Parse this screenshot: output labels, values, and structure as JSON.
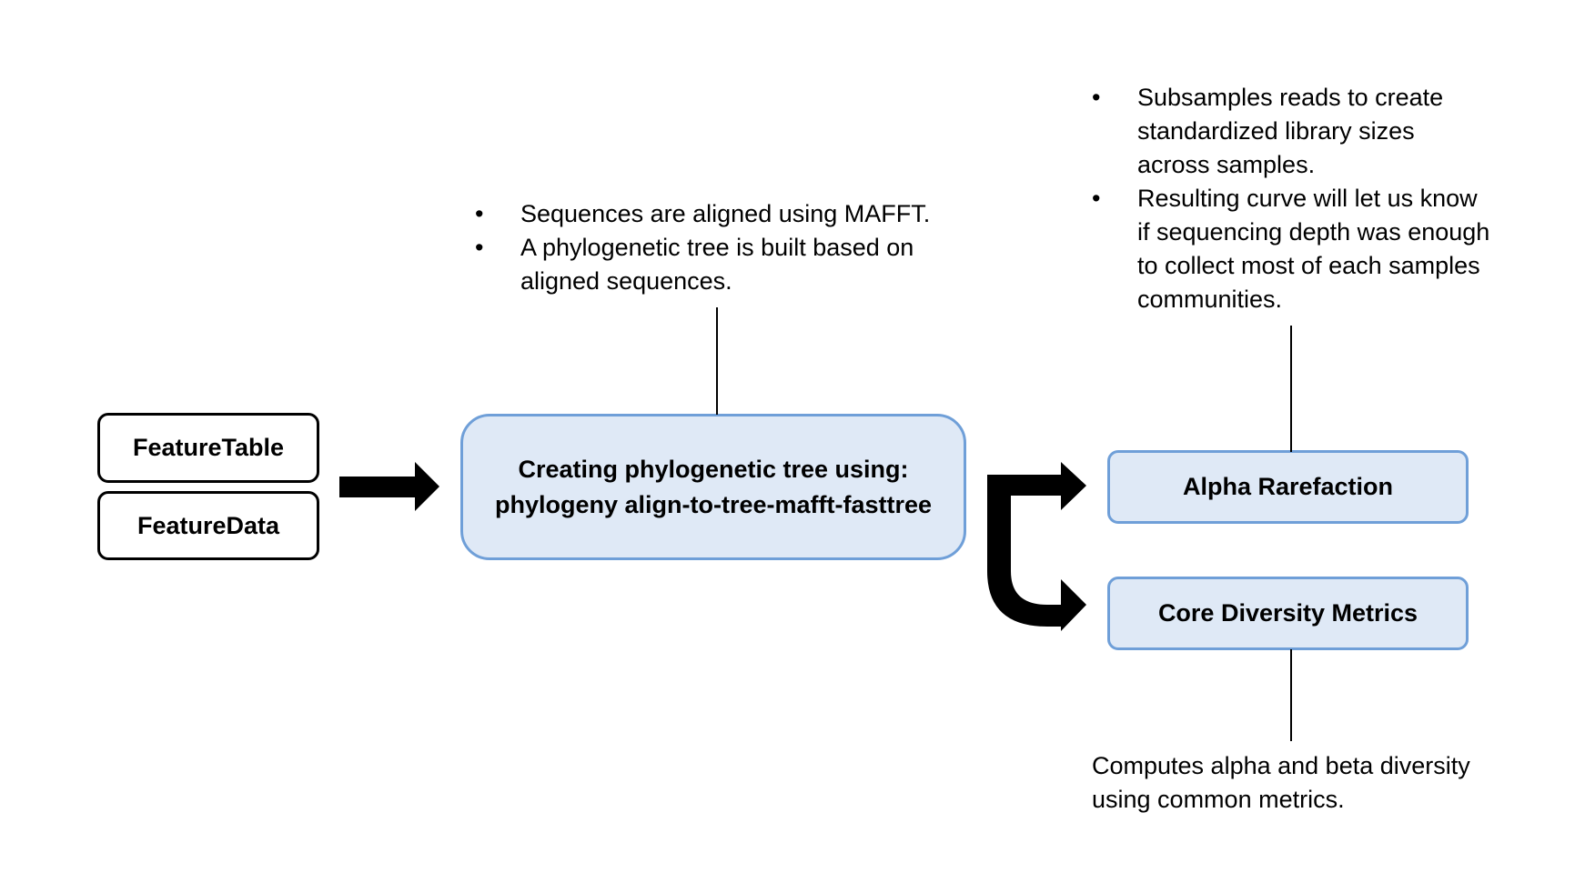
{
  "colors": {
    "box_fill": "#dfe9f6",
    "box_border": "#6f9fd8",
    "arrow": "#000000",
    "text": "#000000"
  },
  "inputs": {
    "feature_table": "FeatureTable",
    "feature_data": "FeatureData"
  },
  "phylogeny": {
    "title_line1": "Creating phylogenetic tree using:",
    "title_line2": "phylogeny align-to-tree-mafft-fasttree",
    "notes": [
      "Sequences are aligned using MAFFT.",
      "A phylogenetic tree is built based on aligned sequences."
    ]
  },
  "alpha_rarefaction": {
    "title": "Alpha Rarefaction",
    "notes": [
      "Subsamples reads to create standardized library sizes across samples.",
      "Resulting curve will let us know if sequencing depth was enough to collect most of each samples communities."
    ]
  },
  "core_diversity": {
    "title": "Core Diversity Metrics",
    "note": "Computes alpha and beta diversity using common metrics."
  }
}
